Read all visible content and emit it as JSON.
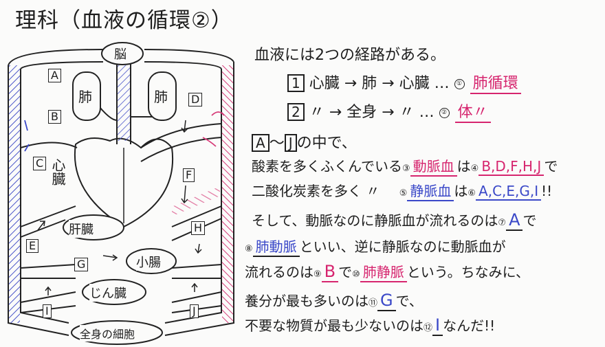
{
  "title": "理科（血液の循環②）",
  "diagram": {
    "organs": {
      "brain": "脳",
      "lung_left": "肺",
      "lung_right": "肺",
      "heart": "心臓",
      "liver": "肝臓",
      "small_intestine": "小腸",
      "kidney": "じん臓",
      "body_cells": "全身の細胞"
    },
    "labels": [
      "A",
      "B",
      "C",
      "D",
      "E",
      "F",
      "G",
      "H",
      "I",
      "J"
    ]
  },
  "notes": {
    "intro": "血液には2つの経路がある。",
    "route1": {
      "num": "1",
      "path": "心臓 → 肺 → 心臓 …",
      "marker": "①",
      "answer": "肺循環"
    },
    "route2": {
      "num": "2",
      "path": "〃 → 全身 → 〃 …",
      "marker": "②",
      "answer": "体〃"
    },
    "range": {
      "a": "A",
      "b": "J",
      "text": "の中で、"
    },
    "oxygen_rich": {
      "text": "酸素を多くふくんでいる",
      "m3": "③",
      "answer3": "動脈血",
      "mid": "は",
      "m4": "④",
      "answer4": "B,D,F,H,J",
      "end": "で"
    },
    "co2_rich": {
      "text": "二酸化炭素を多く 〃",
      "m5": "⑤",
      "answer5": "静脈血",
      "mid": "は",
      "m6": "⑥",
      "answer6": "A,C,E,G,I",
      "end": "!!"
    },
    "line7": {
      "text": "そして、動脈なのに静脈血が流れるのは",
      "m7": "⑦",
      "answer7": "A",
      "end": "で"
    },
    "line8": {
      "m8": "⑧",
      "answer8": "肺動脈",
      "text": "といい、逆に静脈なのに動脈血が"
    },
    "line9": {
      "text": "流れるのは",
      "m9": "⑨",
      "answer9": "B",
      "mid": "で",
      "m10": "⑩",
      "answer10": "肺静脈",
      "end": "という。ちなみに、"
    },
    "line11": {
      "text": "養分が最も多いのは",
      "m11": "⑪",
      "answer11": "G",
      "end": "で、"
    },
    "line12": {
      "text": "不要な物質が最も少ないのは",
      "m12": "⑫",
      "answer12": "I",
      "end": "なんだ!!"
    }
  }
}
